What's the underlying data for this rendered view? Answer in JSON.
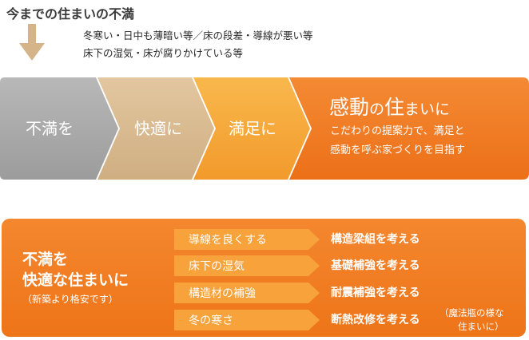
{
  "header": {
    "title": "今までの住まいの不満",
    "problems": [
      "冬寒い・日中も薄暗い等／床の段差・導線が悪い等",
      "床下の湿気・床が腐りかけている等"
    ]
  },
  "flow": {
    "steps": [
      "不満を",
      "快適に",
      "満足に"
    ],
    "final_title_a": "感動",
    "final_title_b": "の",
    "final_title_c": "住",
    "final_title_d": "まいに",
    "final_desc": [
      "こだわりの提案力で、満足と",
      "感動を呼ぶ家づくりを目指す"
    ]
  },
  "bottom": {
    "heading_lines": [
      "不満を",
      "快適な住まいに"
    ],
    "sub": "（新築より格安です）",
    "items": [
      {
        "tag": "導線を良くする",
        "result": "構造梁組を考える"
      },
      {
        "tag": "床下の湿気",
        "result": "基礎補強を考える"
      },
      {
        "tag": "構造材の補強",
        "result": "耐震補強を考える"
      },
      {
        "tag": "冬の寒さ",
        "result": "断熱改修を考える"
      }
    ],
    "note_lines": [
      "（魔法瓶の様な",
      "住まいに）"
    ]
  },
  "colors": {
    "gray": "#a9a9a9",
    "tan": "#d8b98f",
    "orange_light": "#f6a93c",
    "orange": "#ef7a1f",
    "arrow": "#d6b48a"
  },
  "icons": {
    "down_arrow": "down-arrow-icon"
  }
}
